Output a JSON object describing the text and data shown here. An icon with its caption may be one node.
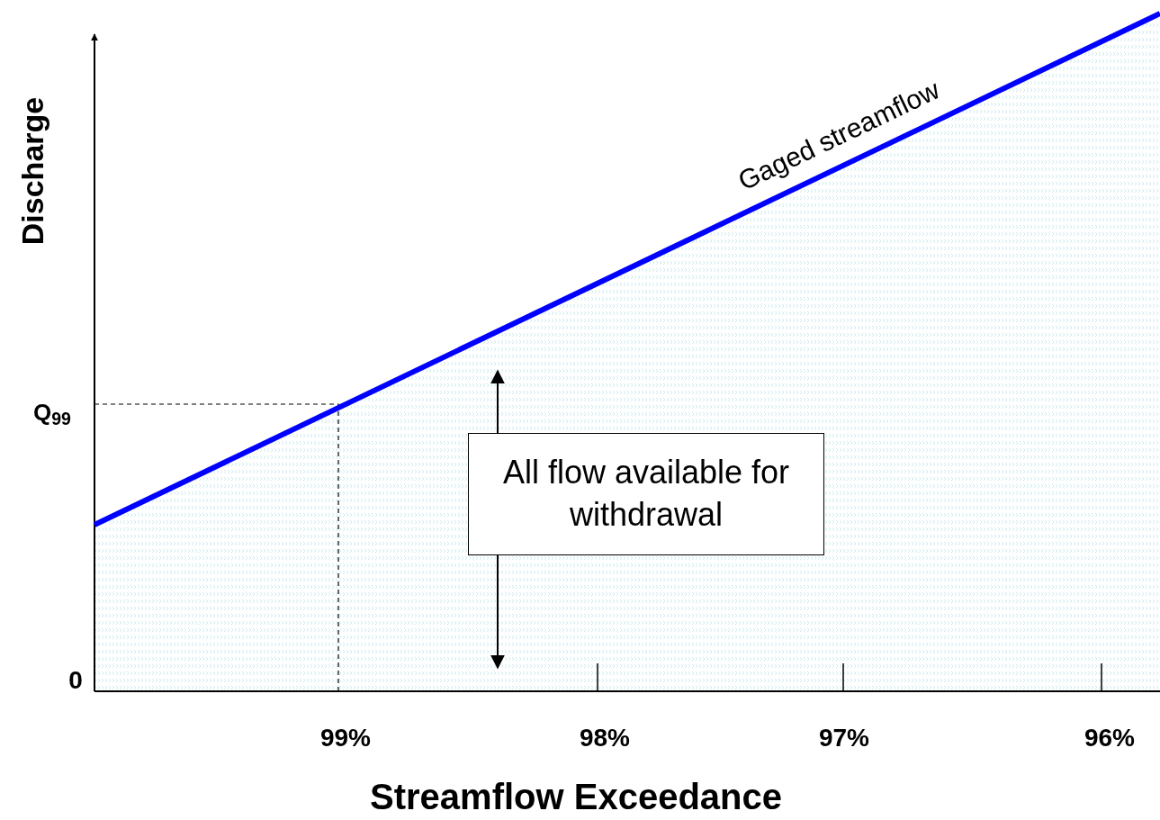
{
  "diagram": {
    "nodes": [
      {
        "text": [
          "All flow available for withdrawal"
        ]
      }
    ],
    "edges": [],
    "labels": [
      "Gaged streamflow",
      "Discharge",
      "Q$_{99}$",
      "0",
      "99%",
      "98%",
      "97%",
      "96%",
      "Streamflow Exceedance"
    ]
  }
}
